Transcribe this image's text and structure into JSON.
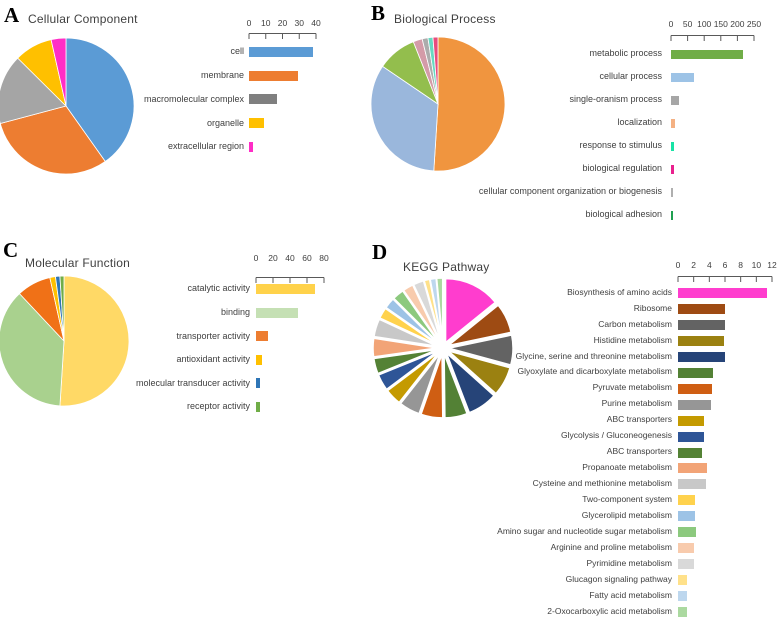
{
  "figure": {
    "background": "#ffffff"
  },
  "panels": [
    {
      "id": "A",
      "letter": "A",
      "title": "Cellular Component"
    },
    {
      "id": "B",
      "letter": "B",
      "title": "Biological Process"
    },
    {
      "id": "C",
      "letter": "C",
      "title": "Molecular Function"
    },
    {
      "id": "D",
      "letter": "D",
      "title": "KEGG Pathway"
    }
  ],
  "chart_data": [
    {
      "panel": "A",
      "type": "pie",
      "title": "Cellular Component",
      "slices": [
        {
          "label": "cell",
          "value": 40,
          "color": "#5B9BD5"
        },
        {
          "label": "membrane",
          "value": 30.5,
          "color": "#ED7D31"
        },
        {
          "label": "macromolecular complex",
          "value": 16.5,
          "color": "#A5A5A5"
        },
        {
          "label": "organelle",
          "value": 9,
          "color": "#FFC000"
        },
        {
          "label": "extracellular region",
          "value": 3.5,
          "color": "#FF2DC6"
        }
      ]
    },
    {
      "panel": "A",
      "type": "bar",
      "title": "Cellular Component",
      "xlim": [
        0,
        40
      ],
      "ticks": [
        0,
        10,
        20,
        30,
        40
      ],
      "categories": [
        "cell",
        "membrane",
        "macromolecular complex",
        "organelle",
        "extracellular region"
      ],
      "values": [
        38.5,
        29,
        16.5,
        9,
        2.5
      ],
      "colors": [
        "#5B9BD5",
        "#ED7D31",
        "#7F7F7F",
        "#FFC000",
        "#FF2DC6"
      ]
    },
    {
      "panel": "B",
      "type": "pie",
      "title": "Biological Process",
      "slices": [
        {
          "label": "",
          "value": 51,
          "color": "#F0953F"
        },
        {
          "label": "",
          "value": 33.5,
          "color": "#9AB7DC"
        },
        {
          "label": "",
          "value": 9.5,
          "color": "#93BE4D"
        },
        {
          "label": "",
          "value": 2.2,
          "color": "#D49BA8"
        },
        {
          "label": "",
          "value": 1.4,
          "color": "#ACACAC"
        },
        {
          "label": "",
          "value": 1.2,
          "color": "#66D9C2"
        },
        {
          "label": "",
          "value": 1.2,
          "color": "#E84C7D"
        }
      ]
    },
    {
      "panel": "B",
      "type": "bar",
      "title": "Biological Process",
      "xlim": [
        0,
        250
      ],
      "ticks": [
        0,
        50,
        100,
        150,
        200,
        250
      ],
      "categories": [
        "metabolic process",
        "cellular process",
        "single-oranism process",
        "localization",
        "response to stimulus",
        "biological regulation",
        "cellular component organization or biogenesis",
        "biological adhesion"
      ],
      "values": [
        218,
        68,
        25,
        13,
        8,
        8,
        6,
        5
      ],
      "colors": [
        "#70AD47",
        "#9DC3E6",
        "#A6A6A6",
        "#F4B183",
        "#17E3A5",
        "#E9218E",
        "#AFAFAF",
        "#1FA050"
      ]
    },
    {
      "panel": "C",
      "type": "pie",
      "title": "Molecular Function",
      "slices": [
        {
          "label": "catalytic activity",
          "value": 51,
          "color": "#FFD966"
        },
        {
          "label": "binding",
          "value": 37,
          "color": "#A9D18E"
        },
        {
          "label": "transporter activity",
          "value": 8.5,
          "color": "#F07117"
        },
        {
          "label": "antioxidant activity",
          "value": 1.4,
          "color": "#FFC000"
        },
        {
          "label": "molecular transducer activity",
          "value": 1.1,
          "color": "#2E75B6"
        },
        {
          "label": "receptor activity",
          "value": 1.0,
          "color": "#70AD47"
        }
      ]
    },
    {
      "panel": "C",
      "type": "bar",
      "title": "Molecular Function",
      "xlim": [
        0,
        80
      ],
      "ticks": [
        0,
        20,
        40,
        60,
        80
      ],
      "categories": [
        "catalytic activity",
        "binding",
        "transporter activity",
        "antioxidant activity",
        "molecular transducer activity",
        "receptor activity"
      ],
      "values": [
        69,
        49,
        14,
        7,
        5,
        5
      ],
      "colors": [
        "#FFD24A",
        "#C5E0B4",
        "#ED7D31",
        "#FFC000",
        "#2E75B6",
        "#70AD47"
      ]
    },
    {
      "panel": "D",
      "type": "pie",
      "title": "KEGG Pathway",
      "slices": [
        {
          "label": "Biosynthesis of amino acids",
          "value": 11.3,
          "color": "#FF3DCE"
        },
        {
          "label": "Ribosome",
          "value": 6,
          "color": "#9E4B13"
        },
        {
          "label": "Carbon metabolism",
          "value": 6,
          "color": "#636363"
        },
        {
          "label": "Histidine metabolism",
          "value": 5.9,
          "color": "#9B8111"
        },
        {
          "label": "Glycine, serine and threonine metabolism",
          "value": 6,
          "color": "#264478"
        },
        {
          "label": "Glyoxylate and dicarboxylate metabolism",
          "value": 4.5,
          "color": "#538135"
        },
        {
          "label": "Pyruvate metabolism",
          "value": 4.4,
          "color": "#CF5E13"
        },
        {
          "label": "Purine metabolism",
          "value": 4.2,
          "color": "#969696"
        },
        {
          "label": "ABC transporters",
          "value": 3.3,
          "color": "#C49A00"
        },
        {
          "label": "Glycolysis / Gluconeogenesis",
          "value": 3.3,
          "color": "#2E5597"
        },
        {
          "label": "ABC transporters",
          "value": 3.1,
          "color": "#548235"
        },
        {
          "label": "Propanoate metabolism",
          "value": 3.7,
          "color": "#F2A477"
        },
        {
          "label": "Cysteine and methionine metabolism",
          "value": 3.6,
          "color": "#C8C8C8"
        },
        {
          "label": "Two-component system",
          "value": 2.2,
          "color": "#FFD24D"
        },
        {
          "label": "Glycerolipid metabolism",
          "value": 2.2,
          "color": "#9DC3E6"
        },
        {
          "label": "Amino sugar and nucleotide sugar metabolism",
          "value": 2.3,
          "color": "#8CC97E"
        },
        {
          "label": "Arginine and proline metabolism",
          "value": 2.1,
          "color": "#F8CBAD"
        },
        {
          "label": "Pyrimidine metabolism",
          "value": 2.1,
          "color": "#D9D9D9"
        },
        {
          "label": "Glucagon signaling pathway",
          "value": 1.1,
          "color": "#FFE18A"
        },
        {
          "label": "Fatty acid metabolism",
          "value": 1.2,
          "color": "#BDD7EE"
        },
        {
          "label": "2-Oxocarboxylic acid metabolism",
          "value": 1.2,
          "color": "#ABD9A0"
        }
      ]
    },
    {
      "panel": "D",
      "type": "bar",
      "title": "KEGG Pathway",
      "xlim": [
        0,
        12
      ],
      "ticks": [
        0,
        2,
        4,
        6,
        8,
        10,
        12
      ],
      "categories": [
        "Biosynthesis of amino acids",
        "Ribosome",
        "Carbon metabolism",
        "Histidine metabolism",
        "Glycine, serine and threonine metabolism",
        "Glyoxylate and dicarboxylate metabolism",
        "Pyruvate metabolism",
        "Purine metabolism",
        "ABC transporters",
        "Glycolysis / Gluconeogenesis",
        "ABC transporters",
        "Propanoate metabolism",
        "Cysteine and methionine metabolism",
        "Two-component system",
        "Glycerolipid metabolism",
        "Amino sugar and nucleotide sugar metabolism",
        "Arginine and proline metabolism",
        "Pyrimidine metabolism",
        "Glucagon signaling pathway",
        "Fatty acid metabolism",
        "2-Oxocarboxylic acid metabolism"
      ],
      "values": [
        11.3,
        6,
        6,
        5.9,
        6,
        4.5,
        4.4,
        4.2,
        3.3,
        3.3,
        3.1,
        3.7,
        3.6,
        2.2,
        2.2,
        2.3,
        2.1,
        2.1,
        1.1,
        1.2,
        1.2
      ],
      "colors": [
        "#FF3DCE",
        "#9E4B13",
        "#636363",
        "#9B8111",
        "#264478",
        "#538135",
        "#CF5E13",
        "#969696",
        "#C49A00",
        "#2E5597",
        "#548235",
        "#F2A477",
        "#C8C8C8",
        "#FFD24D",
        "#9DC3E6",
        "#8CC97E",
        "#F8CBAD",
        "#D9D9D9",
        "#FFE18A",
        "#BDD7EE",
        "#ABD9A0"
      ]
    }
  ]
}
